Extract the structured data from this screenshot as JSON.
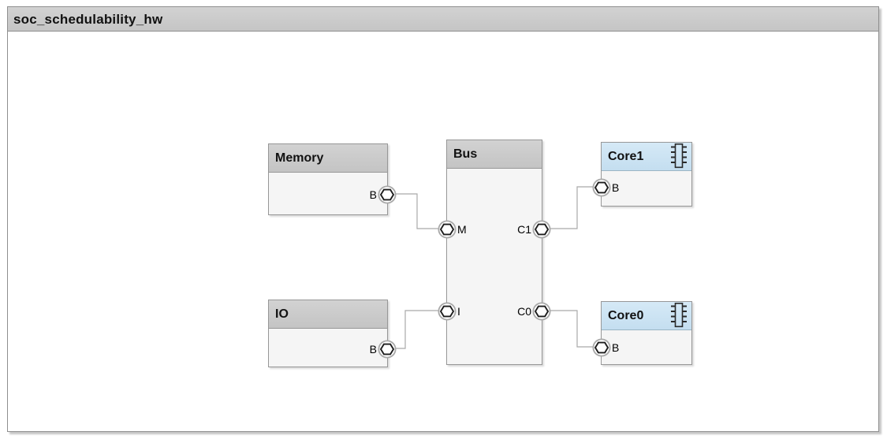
{
  "window": {
    "title": "soc_schedulability_hw"
  },
  "colors": {
    "title_bar_bg": "#c9c9c9",
    "header_gray_bg": "#c9c9c9",
    "header_blue_bg": "#cbe3f2",
    "block_body_bg": "#f5f5f5",
    "block_border": "#979797",
    "connection_line": "#a9a9a9",
    "port_hexagon_stroke": "#1d1d1d",
    "port_circle_stroke": "#a8a8a8",
    "text": "#111111"
  },
  "blocks": {
    "memory": {
      "label": "Memory",
      "ports": {
        "b": {
          "label": "B"
        }
      }
    },
    "bus": {
      "label": "Bus",
      "ports": {
        "m": {
          "label": "M"
        },
        "i": {
          "label": "I"
        },
        "c1": {
          "label": "C1"
        },
        "c0": {
          "label": "C0"
        }
      }
    },
    "io": {
      "label": "IO",
      "ports": {
        "b": {
          "label": "B"
        }
      }
    },
    "core1": {
      "label": "Core1",
      "icon": "chip-icon",
      "ports": {
        "b": {
          "label": "B"
        }
      }
    },
    "core0": {
      "label": "Core0",
      "icon": "chip-icon",
      "ports": {
        "b": {
          "label": "B"
        }
      }
    }
  },
  "connections": [
    {
      "from": "Memory.B",
      "to": "Bus.M"
    },
    {
      "from": "IO.B",
      "to": "Bus.I"
    },
    {
      "from": "Bus.C1",
      "to": "Core1.B"
    },
    {
      "from": "Bus.C0",
      "to": "Core0.B"
    }
  ]
}
